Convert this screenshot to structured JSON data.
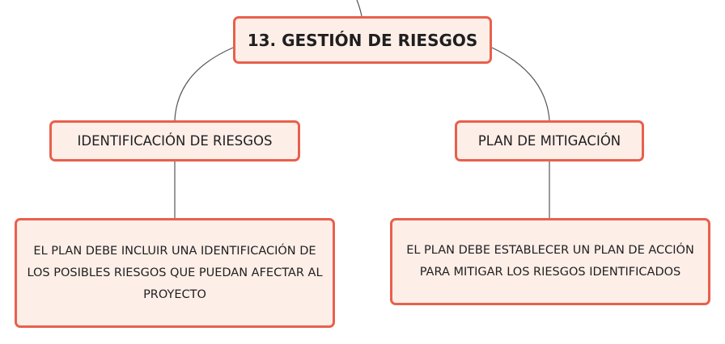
{
  "diagram": {
    "root": {
      "label": "13. GESTIÓN DE RIESGOS"
    },
    "branches": [
      {
        "label": "IDENTIFICACIÓN DE RIESGOS",
        "detail": "EL PLAN DEBE INCLUIR UNA IDENTIFICACIÓN DE LOS POSIBLES RIESGOS QUE PUEDAN AFECTAR AL PROYECTO"
      },
      {
        "label": "PLAN DE MITIGACIÓN",
        "detail": "EL PLAN DEBE ESTABLECER UN PLAN DE ACCIÓN PARA MITIGAR LOS RIESGOS IDENTIFICADOS"
      }
    ],
    "colors": {
      "node_fill": "#fdeee8",
      "node_border": "#e8604c",
      "connector": "#555555",
      "text": "#1f1f1f"
    }
  }
}
